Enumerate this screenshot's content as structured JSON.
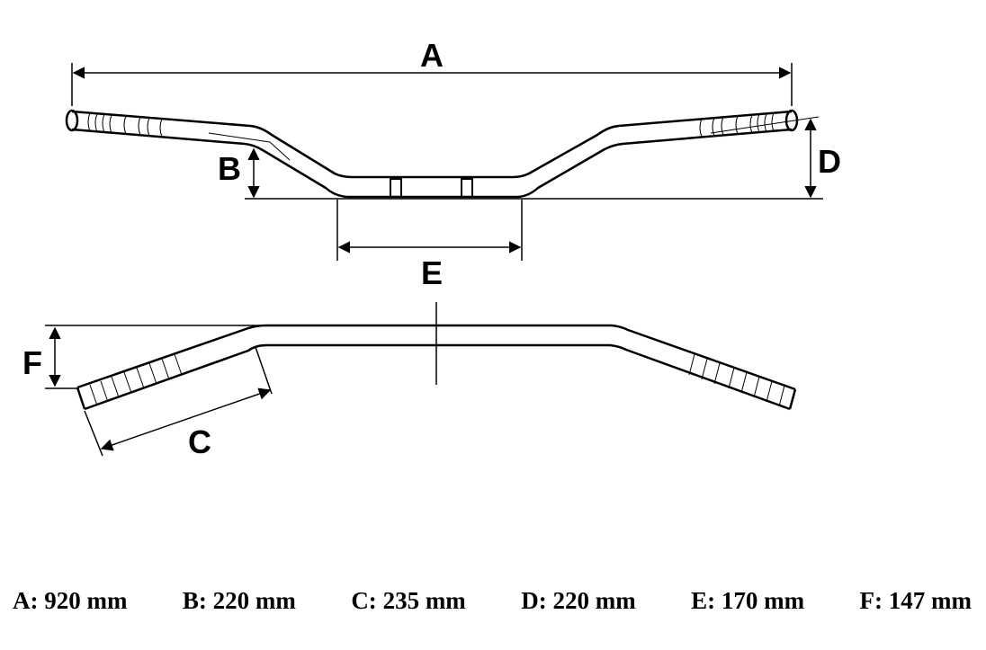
{
  "dimension_labels": {
    "a": "A",
    "b": "B",
    "c": "C",
    "d": "D",
    "e": "E",
    "f": "F"
  },
  "measurements": [
    {
      "label": "A:",
      "value": "920 mm"
    },
    {
      "label": "B:",
      "value": "220 mm"
    },
    {
      "label": "C:",
      "value": "235 mm"
    },
    {
      "label": "D:",
      "value": "220 mm"
    },
    {
      "label": "E:",
      "value": "170 mm"
    },
    {
      "label": "F:",
      "value": "147 mm"
    }
  ],
  "colors": {
    "stroke": "#000000",
    "background": "#ffffff"
  }
}
